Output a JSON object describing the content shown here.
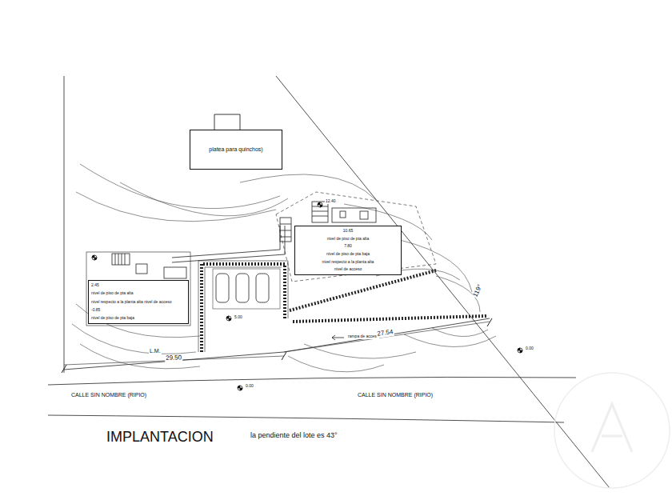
{
  "diagram": {
    "title": "IMPLANTACION",
    "nodes": [
      {
        "text": [
          "platea para quinchos)"
        ]
      },
      {
        "text": [
          "2.45",
          "nivel de piso de pta alta",
          "nivel respecto a la planta alta nivel de acceso",
          "-0.85",
          "nivel de piso de pta baja"
        ]
      },
      {
        "text": [
          "10.65",
          "nivel de piso de pta alta",
          "7.80",
          "nivel de piso de pta baja",
          "nivel respecto a la planta alta",
          "nivel de acceso"
        ]
      }
    ],
    "labels": [
      "12.40",
      "5.00",
      "rampa de acceso",
      "27.54",
      "119°",
      "0.00",
      "L.M.",
      "29.50",
      "0.00",
      "CALLE SIN NOMBRE (RIPIO)",
      "CALLE SIN NOMBRE (RIPIO)",
      "la pendiente del lote es 43°"
    ]
  }
}
